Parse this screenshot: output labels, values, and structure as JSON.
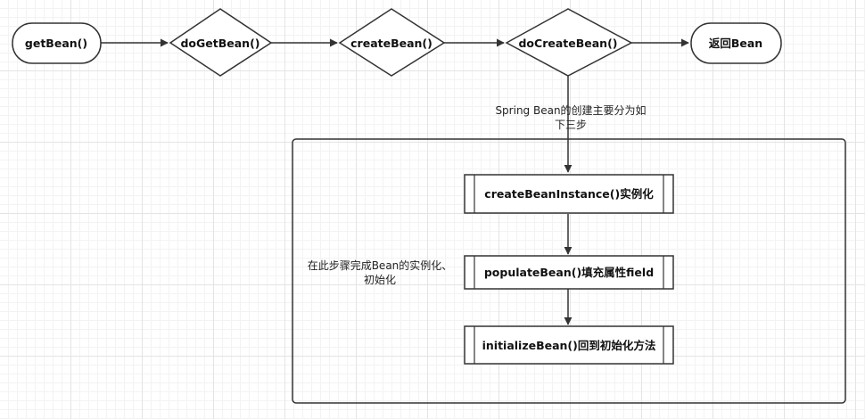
{
  "flow": {
    "get_bean": "getBean()",
    "do_get_bean": "doGetBean()",
    "create_bean": "createBean()",
    "do_create_bean": "doCreateBean()",
    "return_bean": "返回Bean"
  },
  "steps_note": "Spring Bean的创建主要分为如下三步",
  "group_note": "在此步骤完成Bean的实例化、初始化",
  "steps": [
    "createBeanInstance()实例化",
    "populateBean()填充属性field",
    "initializeBean()回到初始化方法"
  ],
  "colors": {
    "stroke": "#333333",
    "fill": "#ffffff",
    "text": "#111111"
  }
}
